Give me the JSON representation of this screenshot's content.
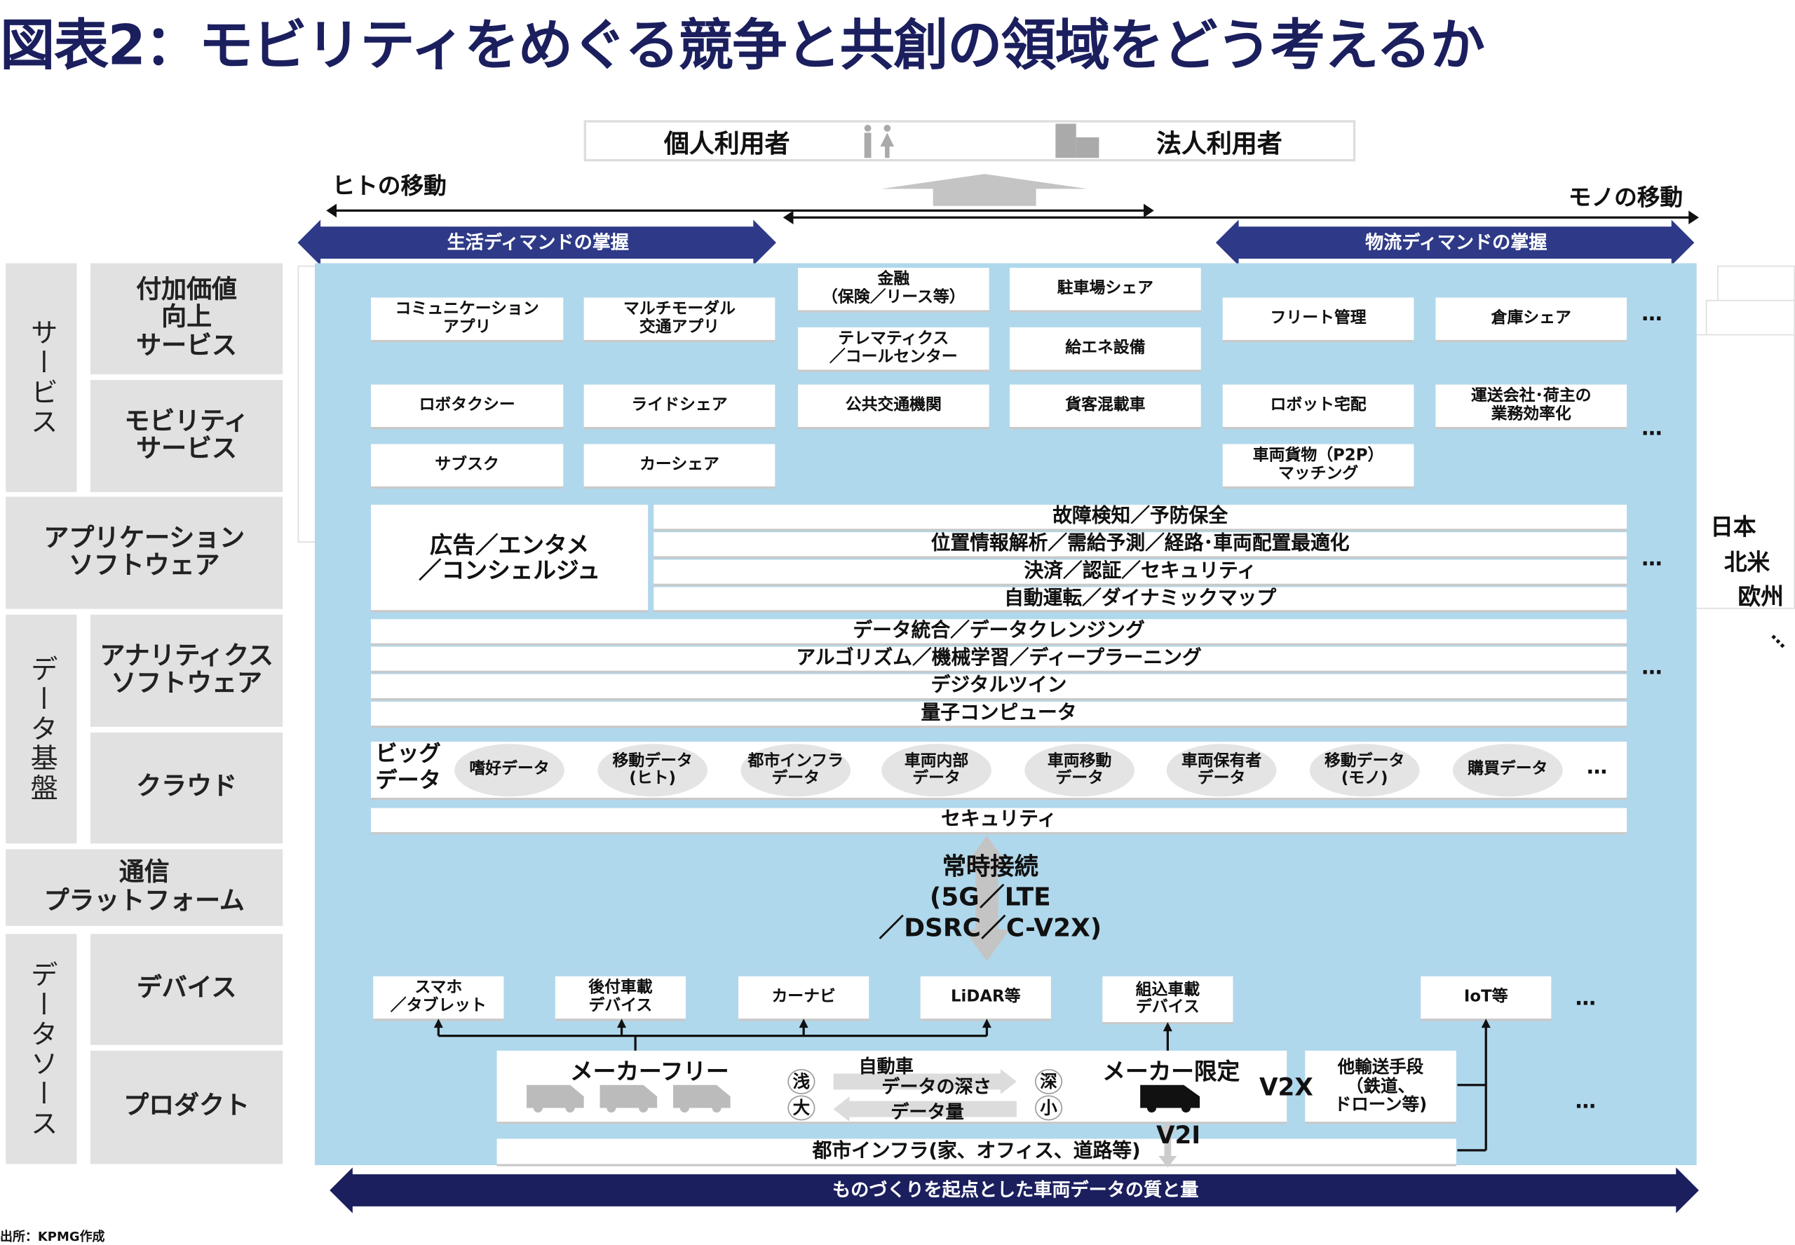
{
  "title": "図表2：モビリティをめぐる競争と共創の領域をどう考えるか",
  "users": {
    "individual": "個人利用者",
    "corporate": "法人利用者"
  },
  "movement": {
    "people": "ヒトの移動",
    "goods": "モノの移動"
  },
  "demand": {
    "life": "生活ディマンドの掌握",
    "logistics": "物流ディマンドの掌握"
  },
  "regions": [
    "日本",
    "北米",
    "欧州"
  ],
  "left_labels": {
    "service": "サービス",
    "value_added": "付加価値\n向上\nサービス",
    "mobility_service": "モビリティ\nサービス",
    "app_software": "アプリケーション\nソフトウェア",
    "data_platform": "データ基盤",
    "analytics": "アナリティクス\nソフトウェア",
    "cloud": "クラウド",
    "comm_platform": "通信\nプラットフォーム",
    "data_source": "データソース",
    "device": "デバイス",
    "product": "プロダクト"
  },
  "services": {
    "comm_app": "コミュニケーション\nアプリ",
    "multimodal": "マルチモーダル\n交通アプリ",
    "finance": "金融\n（保険／リース等）",
    "parking": "駐車場シェア",
    "telematics": "テレマティクス\n／コールセンター",
    "energy": "給エネ設備",
    "fleet": "フリート管理",
    "warehouse": "倉庫シェア",
    "robotaxi": "ロボタクシー",
    "rideshare": "ライドシェア",
    "public_transit": "公共交通機関",
    "mixed_cargo": "貨客混載車",
    "robot_delivery": "ロボット宅配",
    "carrier_efficiency": "運送会社･荷主の\n業務効率化",
    "subscription": "サブスク",
    "carshare": "カーシェア",
    "p2p": "車両貨物（P2P）\nマッチング"
  },
  "apps": {
    "ads": "広告／エンタメ\n／コンシェルジュ",
    "bars": [
      "故障検知／予防保全",
      "位置情報解析／需給予測／経路･車両配置最適化",
      "決済／認証／セキュリティ",
      "自動運転／ダイナミックマップ"
    ]
  },
  "analytics": [
    "データ統合／データクレンジング",
    "アルゴリズム／機械学習／ディープラーニング",
    "デジタルツイン",
    "量子コンピュータ"
  ],
  "bigdata": {
    "label": "ビッグ\nデータ",
    "items": [
      "嗜好データ",
      "移動データ\n(ヒト)",
      "都市インフラ\nデータ",
      "車両内部\nデータ",
      "車両移動\nデータ",
      "車両保有者\nデータ",
      "移動データ\n(モノ)",
      "購買データ"
    ]
  },
  "security": "セキュリティ",
  "connectivity": [
    "常時接続",
    "(5G／LTE",
    "／DSRC／C-V2X)"
  ],
  "devices": [
    "スマホ\n／タブレット",
    "後付車載\nデバイス",
    "カーナビ",
    "LiDAR等",
    "組込車載\nデバイス",
    "IoT等"
  ],
  "product": {
    "maker_free": "メーカーフリー",
    "maker_limited": "メーカー限定",
    "car": "自動車",
    "depth": "データの深さ",
    "amount": "データ量",
    "shallow": "浅",
    "large": "大",
    "deep": "深",
    "small": "小",
    "v2x": "V2X",
    "v2i": "V2I",
    "other_transport": "他輸送手段\n（鉄道、\nドローン等)",
    "infra": "都市インフラ(家、オフィス、道路等)"
  },
  "ellipsis": "…",
  "bottom_arrow": "ものづくりを起点とした車両データの質と量",
  "source": "出所：KPMG作成",
  "colors": {
    "navy": "#1b1f5e",
    "arrow_blue": "#2e3a87",
    "panel": "#b0d8ec",
    "label_gray": "#e1e1e1"
  }
}
